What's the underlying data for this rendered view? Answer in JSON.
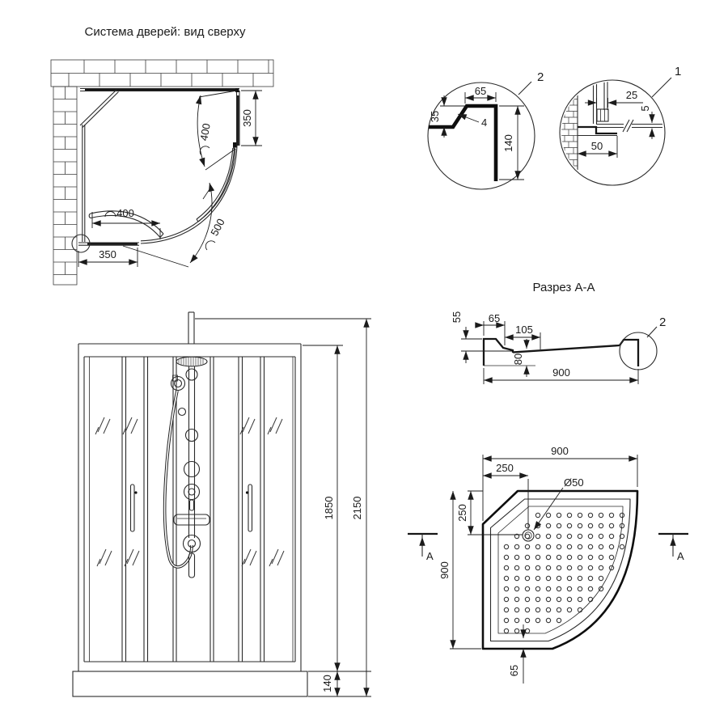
{
  "plan": {
    "title": "Система дверей: вид сверху",
    "dim_right_panel": "350",
    "dim_door_upper": "400",
    "dim_door_lower": "400",
    "dim_radius": "500",
    "dim_bottom_panel": "350"
  },
  "detail2": {
    "label": "2",
    "dim_top_width": "65",
    "dim_step": "35",
    "dim_glass": "4",
    "dim_height": "140"
  },
  "detail1": {
    "label": "1",
    "dim_profile": "25",
    "dim_glass": "5",
    "dim_offset": "50"
  },
  "section": {
    "title": "Разрез А-А",
    "detail_label": "2",
    "dim_rim": "55",
    "dim_top": "65",
    "dim_slope": "105",
    "dim_depth": "80",
    "dim_width": "900"
  },
  "front": {
    "dim_door_height": "1850",
    "dim_total_height": "2150",
    "dim_tray_height": "140"
  },
  "tray": {
    "dim_width": "900",
    "dim_drain_x": "250",
    "dim_drain_y": "250",
    "dim_drain": "Ø50",
    "dim_depth": "900",
    "dim_rim": "65",
    "mark_left": "А",
    "mark_right": "А"
  }
}
